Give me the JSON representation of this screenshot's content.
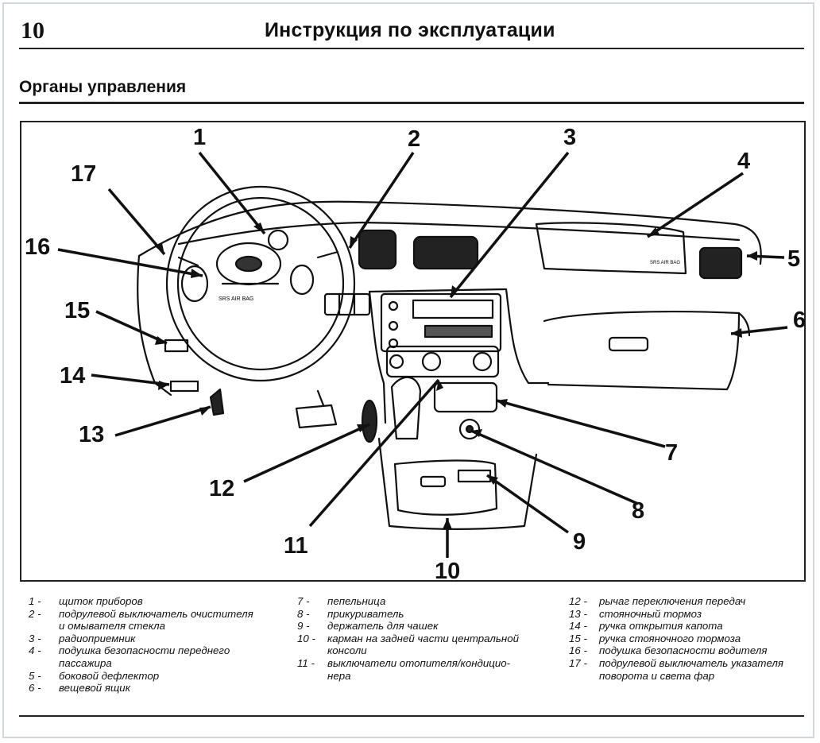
{
  "page_number": "10",
  "header_title": "Инструкция по эксплуатации",
  "section_title": "Органы управления",
  "callouts": [
    "1",
    "2",
    "3",
    "4",
    "5",
    "6",
    "7",
    "8",
    "9",
    "10",
    "11",
    "12",
    "13",
    "14",
    "15",
    "16",
    "17"
  ],
  "airbag_text": "SRS AIR BAG",
  "legend": {
    "col1": [
      {
        "num": "1 -",
        "text": "щиток приборов"
      },
      {
        "num": "2 -",
        "text": "подрулевой выключатель очистителя"
      },
      {
        "num": "",
        "text": "и омывателя стекла"
      },
      {
        "num": "3 -",
        "text": "радиоприемник"
      },
      {
        "num": "4 -",
        "text": "подушка  безопасности  переднего"
      },
      {
        "num": "",
        "text": "пассажира"
      },
      {
        "num": "5 -",
        "text": "боковой дефлектор"
      },
      {
        "num": "6 -",
        "text": "вещевой ящик"
      }
    ],
    "col2": [
      {
        "num": "7 -",
        "text": "пепельница"
      },
      {
        "num": "8 -",
        "text": "прикуриватель"
      },
      {
        "num": "9 -",
        "text": "держатель для чашек"
      },
      {
        "num": "10 -",
        "text": "карман на задней части центральной"
      },
      {
        "num": "",
        "text": "консоли"
      },
      {
        "num": "11 -",
        "text": "выключатели  отопителя/кондицио-"
      },
      {
        "num": "",
        "text": "нера"
      }
    ],
    "col3": [
      {
        "num": "12 -",
        "text": "рычаг переключения передач"
      },
      {
        "num": "13 -",
        "text": "стояночный тормоз"
      },
      {
        "num": "14 -",
        "text": "ручка открытия капота"
      },
      {
        "num": "15 -",
        "text": "ручка стояночного тормоза"
      },
      {
        "num": "16 -",
        "text": "подушка безопасности водителя"
      },
      {
        "num": "17 -",
        "text": "подрулевой выключатель указателя"
      },
      {
        "num": "",
        "text": "поворота и света фар"
      }
    ]
  }
}
